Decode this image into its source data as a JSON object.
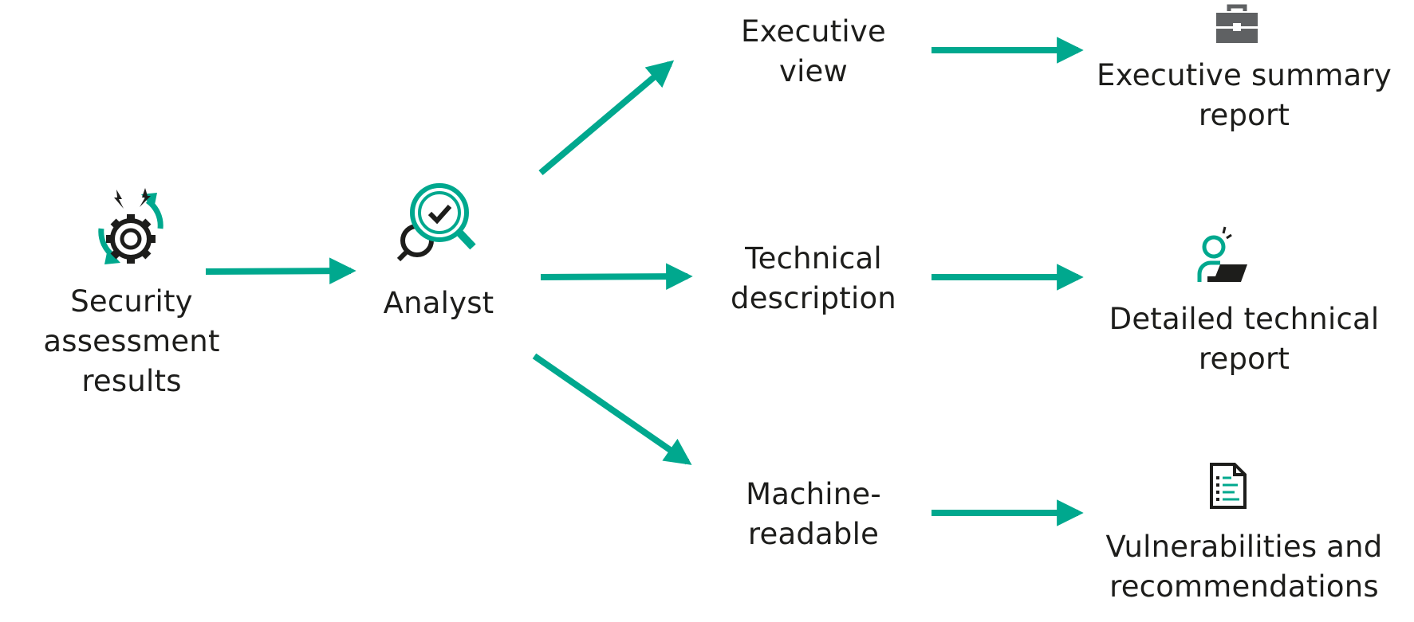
{
  "colors": {
    "accent": "#00a88e",
    "text": "#1d1d1b",
    "icon_gray": "#5f6163"
  },
  "nodes": {
    "source": {
      "lines": [
        "Security",
        "assessment",
        "results"
      ],
      "icon": "gear-refresh-icon"
    },
    "analyst": {
      "lines": [
        "Analyst"
      ],
      "icon": "magnifier-check-icon"
    },
    "executive_view": {
      "lines": [
        "Executive",
        "view"
      ]
    },
    "technical_description": {
      "lines": [
        "Technical",
        "description"
      ]
    },
    "machine_readable": {
      "lines": [
        "Machine-",
        "readable"
      ]
    },
    "executive_report": {
      "lines": [
        "Executive summary",
        "report"
      ],
      "icon": "briefcase-icon"
    },
    "technical_report": {
      "lines": [
        "Detailed technical",
        "report"
      ],
      "icon": "person-laptop-icon"
    },
    "vulnerabilities": {
      "lines": [
        "Vulnerabilities and",
        "recommendations"
      ],
      "icon": "document-list-icon"
    }
  }
}
